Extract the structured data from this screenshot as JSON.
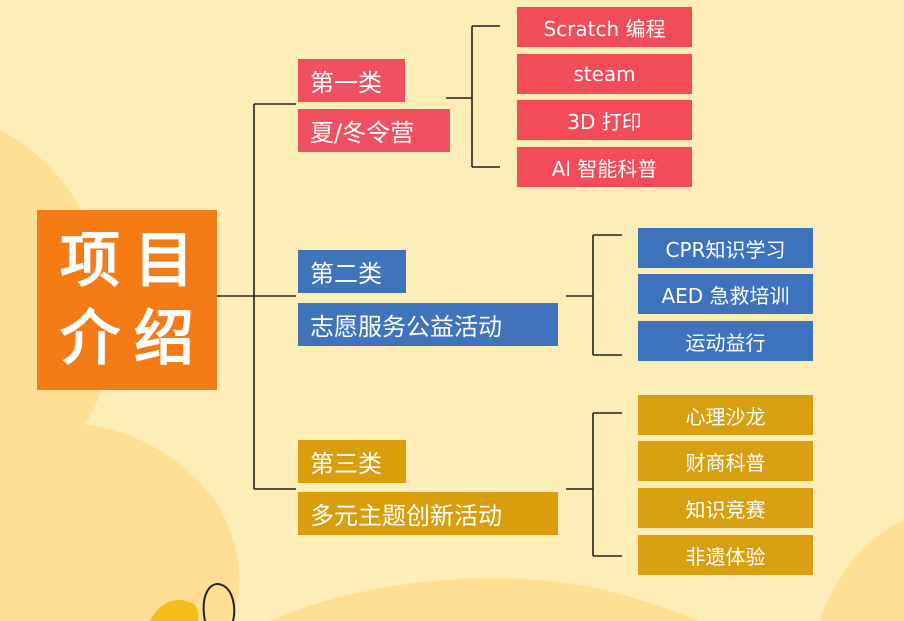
{
  "title": {
    "line1": "项目",
    "line2": "介绍"
  },
  "categories": [
    {
      "label": "第一类",
      "name": "夏/冬令营",
      "color": "#F15060",
      "items": [
        "Scratch 编程",
        "steam",
        "3D 打印",
        "Al 智能科普"
      ]
    },
    {
      "label": "第二类",
      "name": "志愿服务公益活动",
      "color": "#3F73BC",
      "items": [
        "CPR知识学习",
        "AED 急救培训",
        "运动益行"
      ]
    },
    {
      "label": "第三类",
      "name": "多元主题创新活动",
      "color": "#DA9E0D",
      "items": [
        "心理沙龙",
        "财商科普",
        "知识竞赛",
        "非遗体验"
      ]
    }
  ],
  "colors": {
    "background": "#FDEDB6",
    "title_box": "#F57B15",
    "blob": "#FFDF94"
  }
}
